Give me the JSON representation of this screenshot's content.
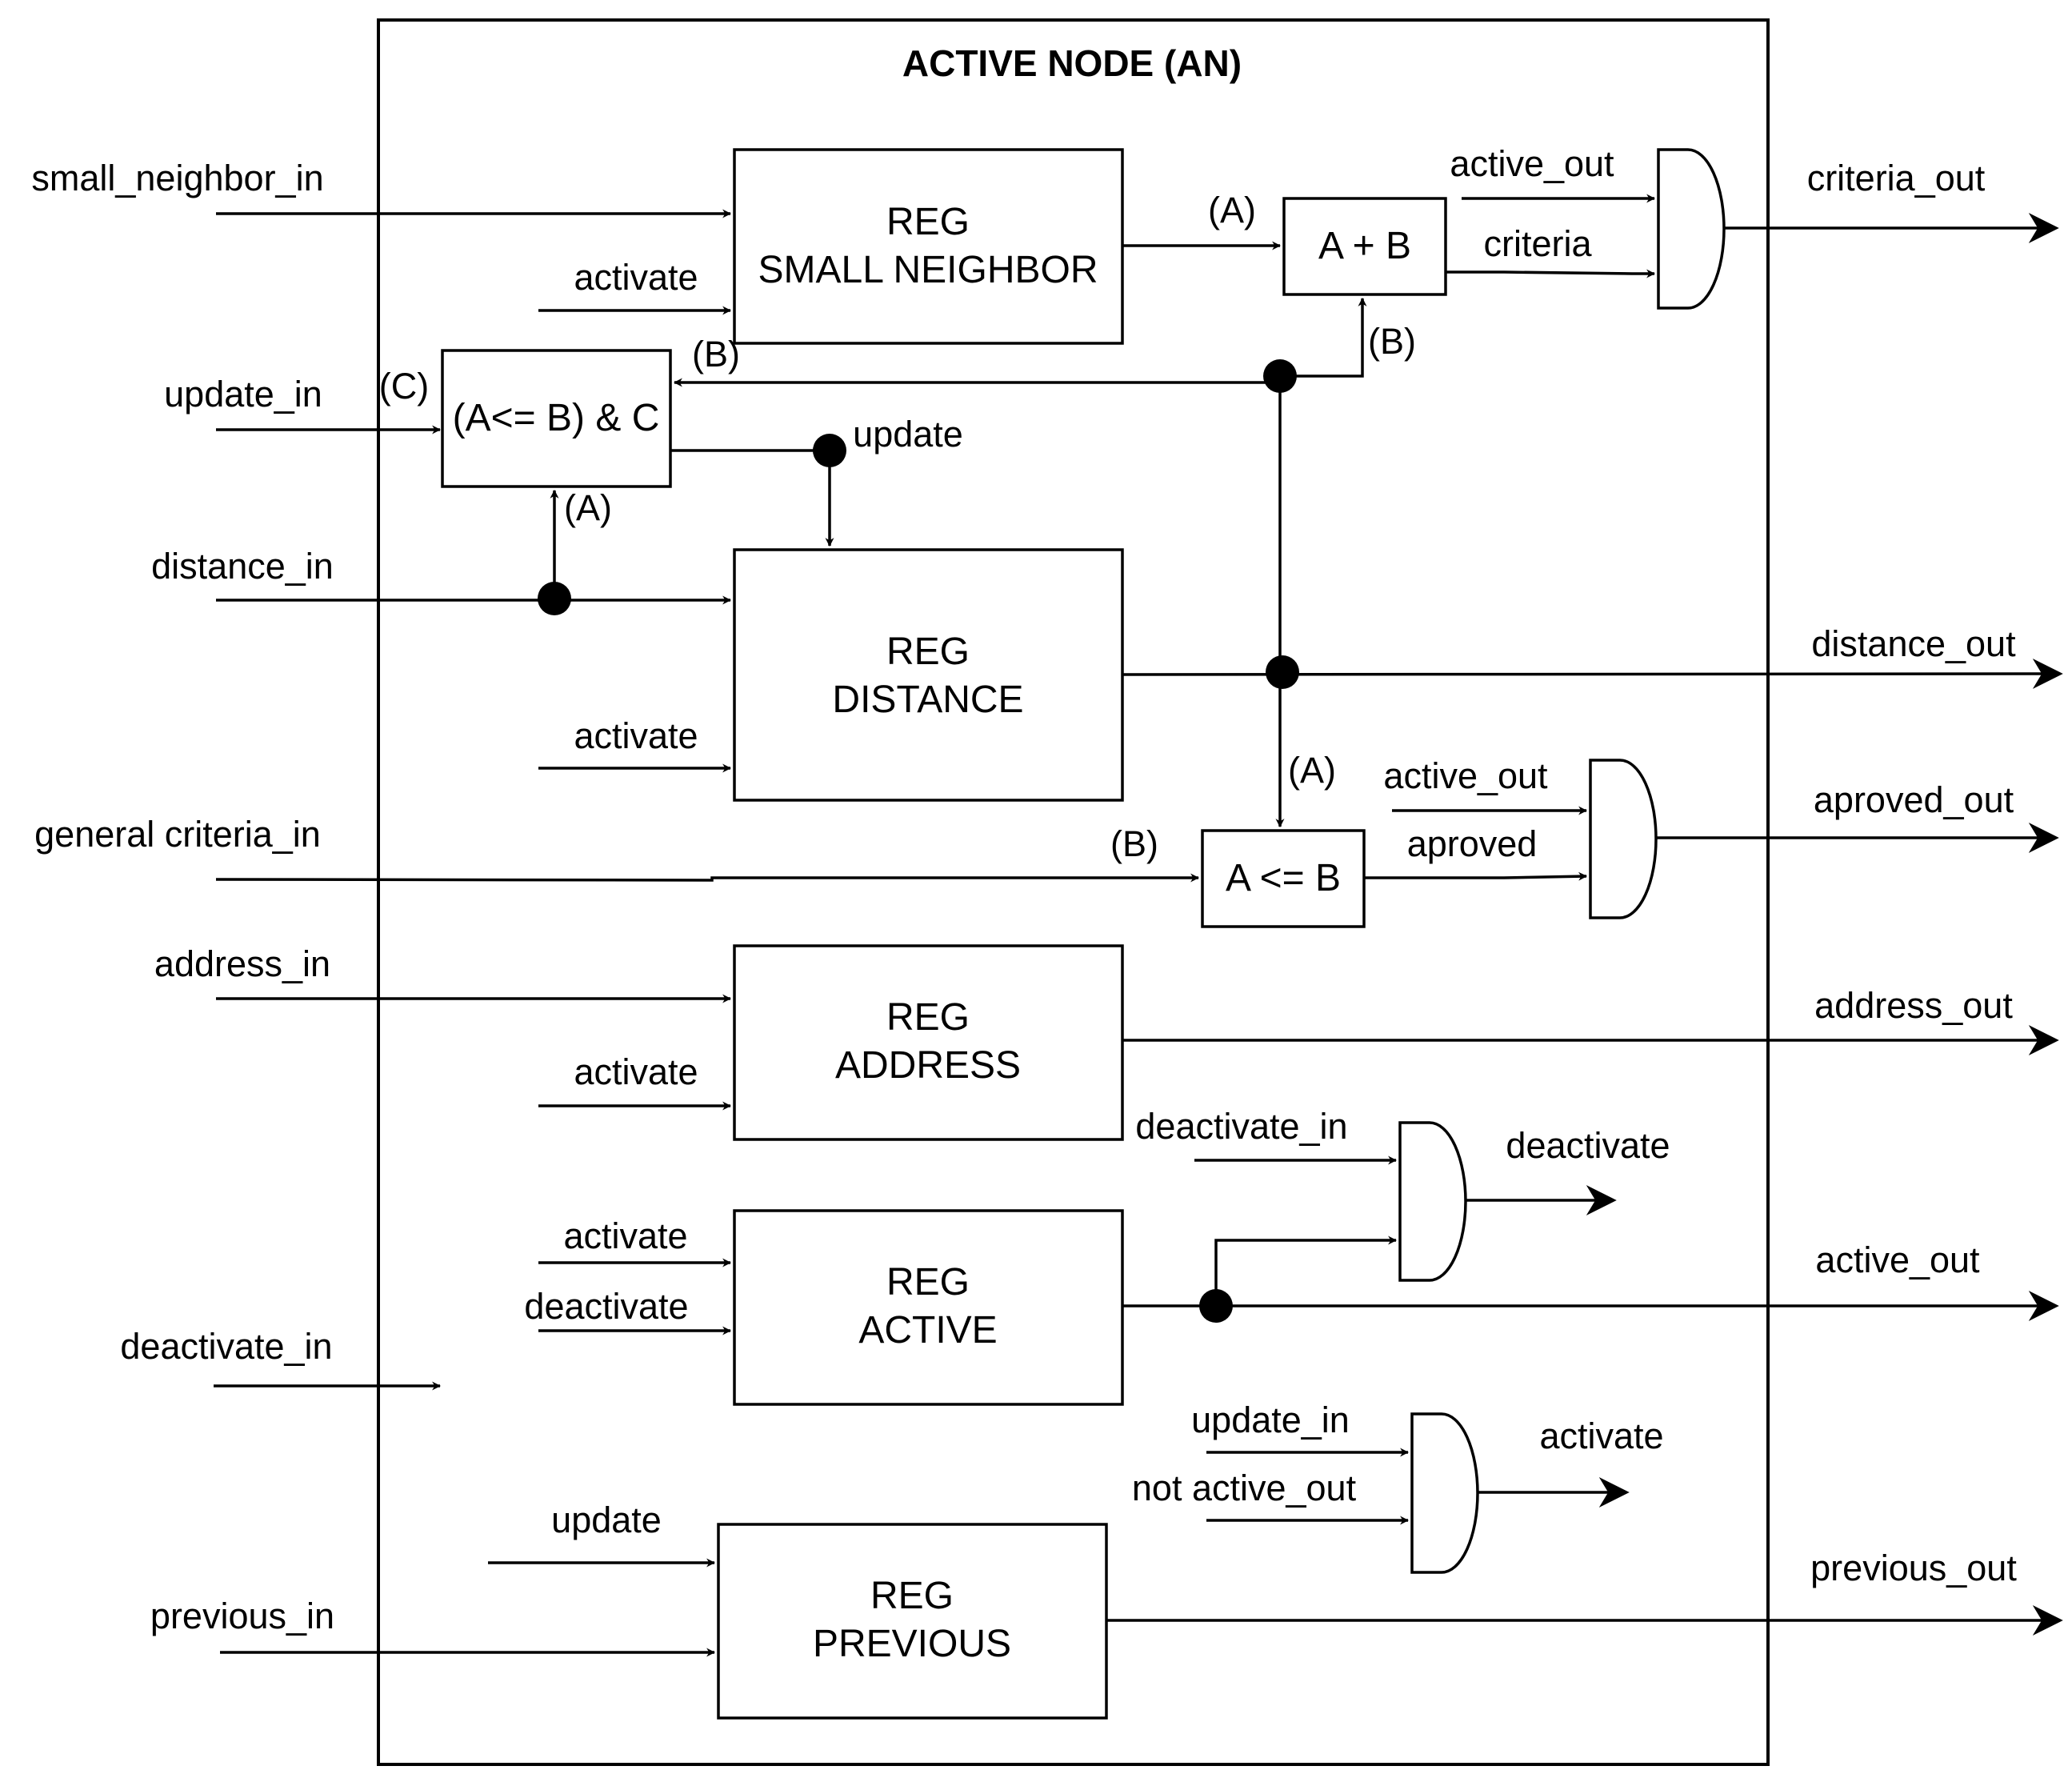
{
  "title": "ACTIVE NODE (AN)",
  "blocks": {
    "reg_small_neighbor": [
      "REG",
      "SMALL NEIGHBOR"
    ],
    "reg_distance": [
      "REG",
      "DISTANCE"
    ],
    "reg_address": [
      "REG",
      "ADDRESS"
    ],
    "reg_active": [
      "REG",
      "ACTIVE"
    ],
    "reg_previous": [
      "REG",
      "PREVIOUS"
    ],
    "adder": "A + B",
    "compare_update": "(A<= B) & C",
    "comparator": "A <= B"
  },
  "inputs": {
    "small_neighbor_in": "small_neighbor_in",
    "update_in": "update_in",
    "distance_in": "distance_in",
    "general_criteria_in": "general criteria_in",
    "address_in": "address_in",
    "deactivate_in": "deactivate_in",
    "previous_in": "previous_in"
  },
  "outputs": {
    "criteria_out": "criteria_out",
    "distance_out": "distance_out",
    "aproved_out": "aproved_out",
    "address_out": "address_out",
    "active_out": "active_out",
    "previous_out": "previous_out"
  },
  "signals": {
    "activate_sn": "activate",
    "activate_dist": "activate",
    "activate_addr": "activate",
    "activate_active": "activate",
    "deactivate_active": "deactivate",
    "update_prev": "update",
    "update_node": "update",
    "active_out_gate1": "active_out",
    "criteria": "criteria",
    "active_out_gate2": "active_out",
    "aproved": "aproved",
    "deactivate_in_gate": "deactivate_in",
    "deactivate_out": "deactivate",
    "update_in_gate": "update_in",
    "not_active_out": "not active_out",
    "activate_out": "activate"
  },
  "ports": {
    "a_adder": "(A)",
    "b_adder": "(B)",
    "b_cmp_update": "(B)",
    "c_cmp_update": "(C)",
    "a_cmp_update": "(A)",
    "a_comparator": "(A)",
    "b_comparator": "(B)"
  }
}
